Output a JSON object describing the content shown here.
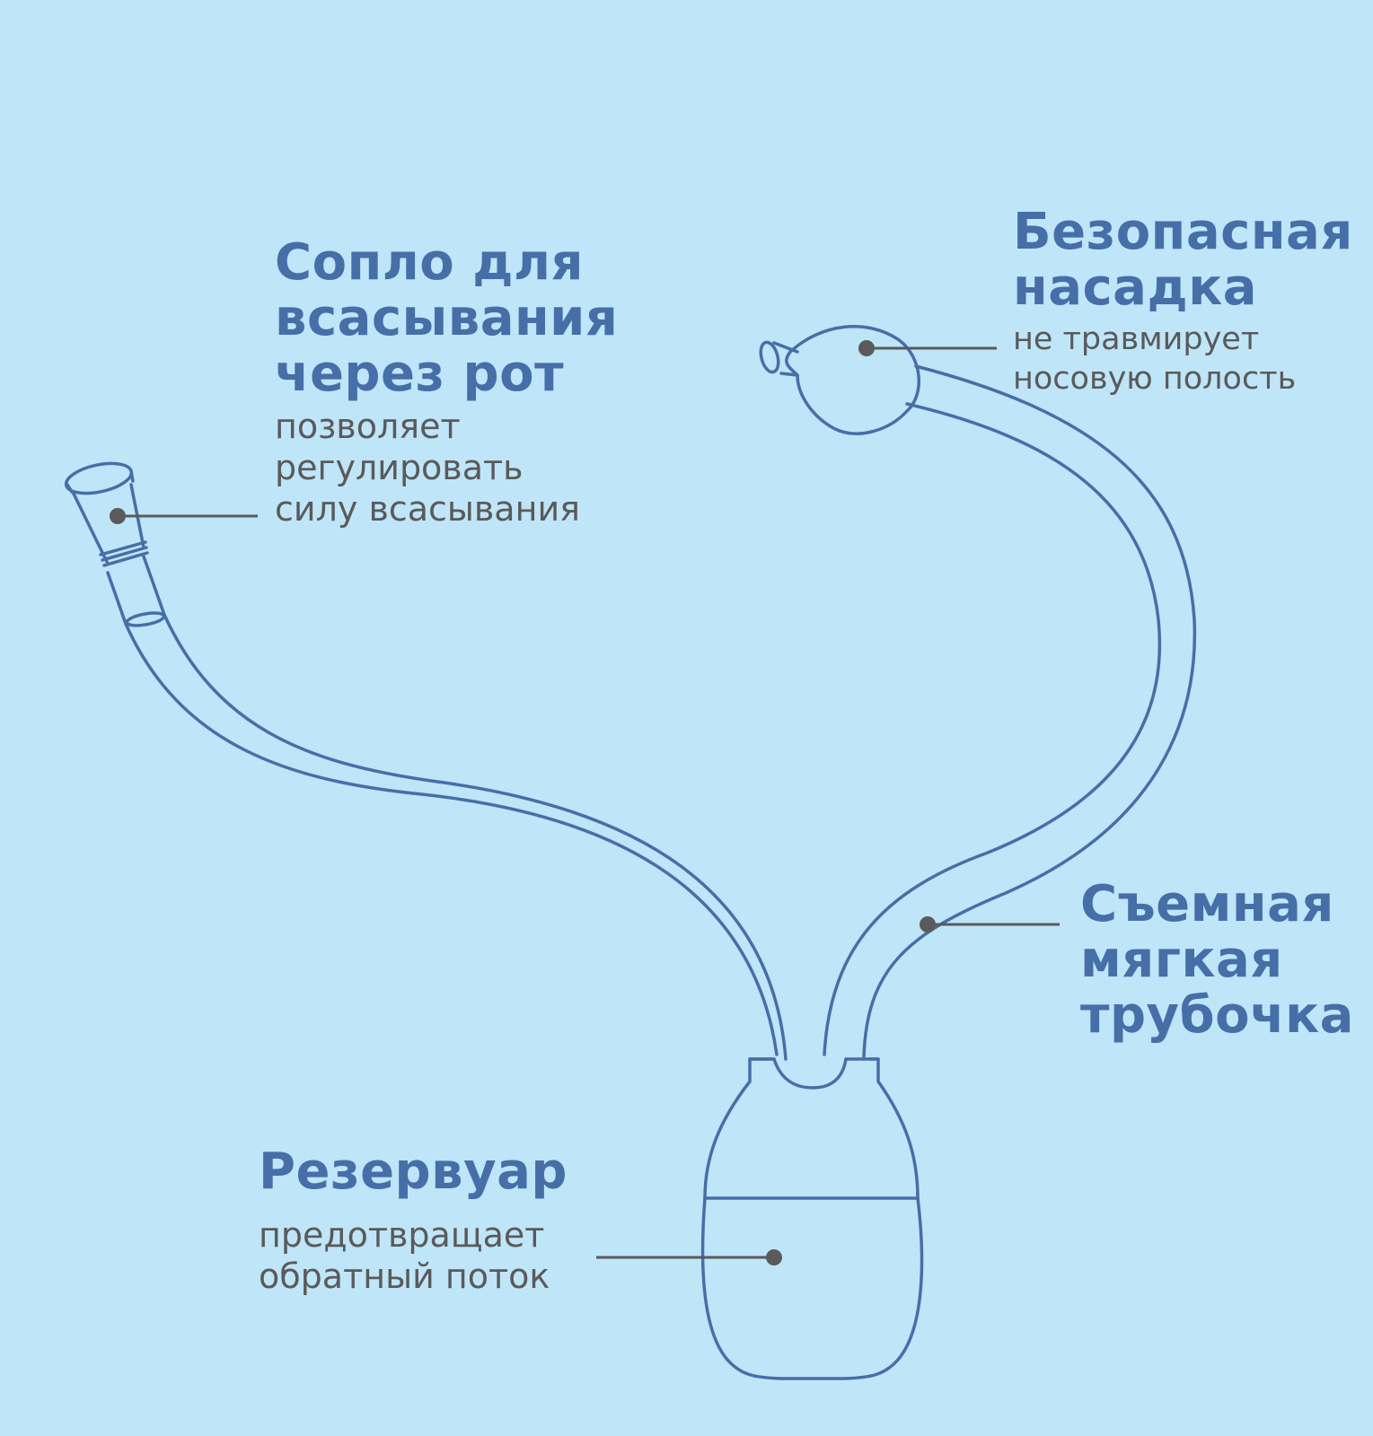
{
  "colors": {
    "background": "#bfe5f8",
    "outline": "#466fa8",
    "title_text": "#466fa8",
    "description_text": "#5a5a5a",
    "pointer": "#5a5a5a"
  },
  "callouts": {
    "mouthpiece": {
      "title_lines": [
        "Сопло для",
        "всасывания",
        "через рот"
      ],
      "desc_lines": [
        "позволяет",
        "регулировать",
        "силу всасывания"
      ]
    },
    "nozzle": {
      "title_lines": [
        "Безопасная",
        "насадка"
      ],
      "desc_lines": [
        "не травмирует",
        "носовую полость"
      ]
    },
    "tube": {
      "title_lines": [
        "Съемная",
        "мягкая",
        "трубочка"
      ],
      "desc_lines": []
    },
    "reservoir": {
      "title_lines": [
        "Резервуар"
      ],
      "desc_lines": [
        "предотвращает",
        "обратный поток"
      ]
    }
  }
}
